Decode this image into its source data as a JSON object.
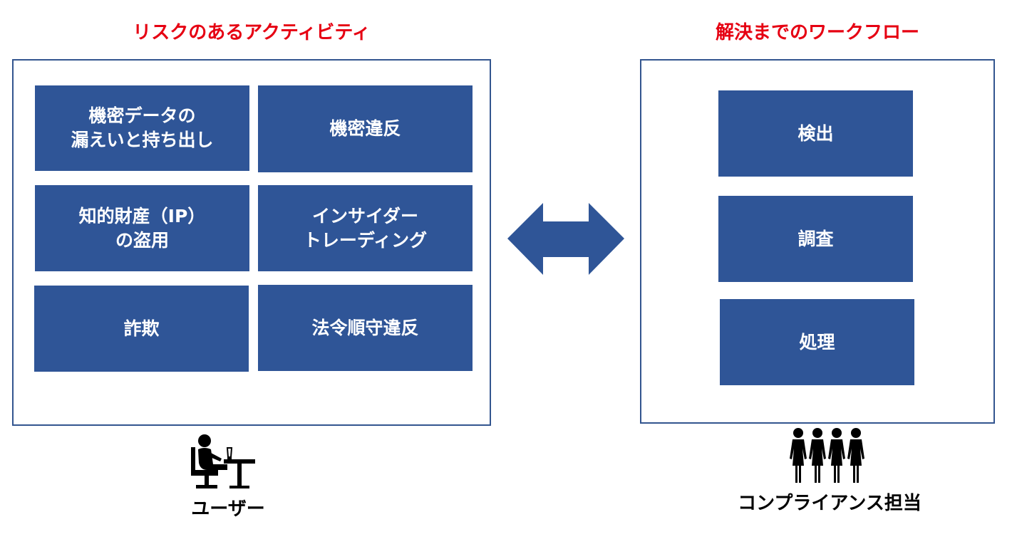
{
  "left": {
    "heading": "リスクのあるアクティビティ",
    "tiles": [
      {
        "line1": "機密データの",
        "line2": "漏えいと持ち出し"
      },
      {
        "line1": "機密違反",
        "line2": ""
      },
      {
        "line1": "知的財産（IP）",
        "line2": "の盗用"
      },
      {
        "line1": "インサイダー",
        "line2": "トレーディング"
      },
      {
        "line1": "詐欺",
        "line2": ""
      },
      {
        "line1": "法令順守違反",
        "line2": ""
      }
    ],
    "caption": "ユーザー",
    "icon": "user-at-desk-icon"
  },
  "right": {
    "heading": "解決までのワークフロー",
    "steps": [
      "検出",
      "調査",
      "処理"
    ],
    "caption": "コンプライアンス担当",
    "icon": "group-of-people-icon"
  },
  "connector": {
    "icon": "double-arrow-icon"
  },
  "colors": {
    "heading": "#e60012",
    "tile_fill": "#2f5597",
    "panel_border": "#33558f",
    "arrow": "#2f5597"
  }
}
